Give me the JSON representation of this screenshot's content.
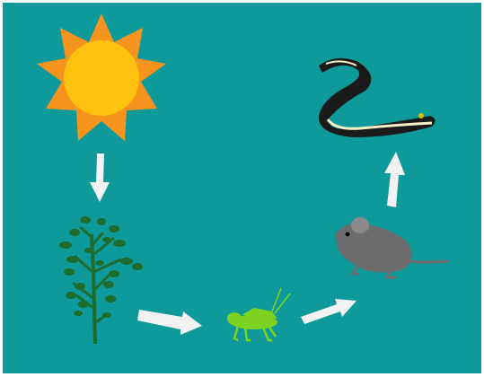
{
  "diagram": {
    "background_color": "#0e9a9a",
    "nodes": [
      {
        "id": "sun",
        "icon": "sun-icon"
      },
      {
        "id": "plant",
        "icon": "plant-icon"
      },
      {
        "id": "grasshopper",
        "icon": "grasshopper-icon"
      },
      {
        "id": "mouse",
        "icon": "mouse-icon"
      },
      {
        "id": "snake",
        "icon": "snake-icon"
      }
    ],
    "edges": [
      {
        "from": "sun",
        "to": "plant"
      },
      {
        "from": "plant",
        "to": "grasshopper"
      },
      {
        "from": "grasshopper",
        "to": "mouse"
      },
      {
        "from": "mouse",
        "to": "snake"
      }
    ],
    "colors": {
      "sun_rays": "#f7941d",
      "sun_core": "#ffc20e",
      "plant": "#1e6b2e",
      "grasshopper": "#7ed321",
      "mouse": "#6d6d6d",
      "snake": "#1a1a1a",
      "arrow": "#f2f2f2"
    }
  }
}
